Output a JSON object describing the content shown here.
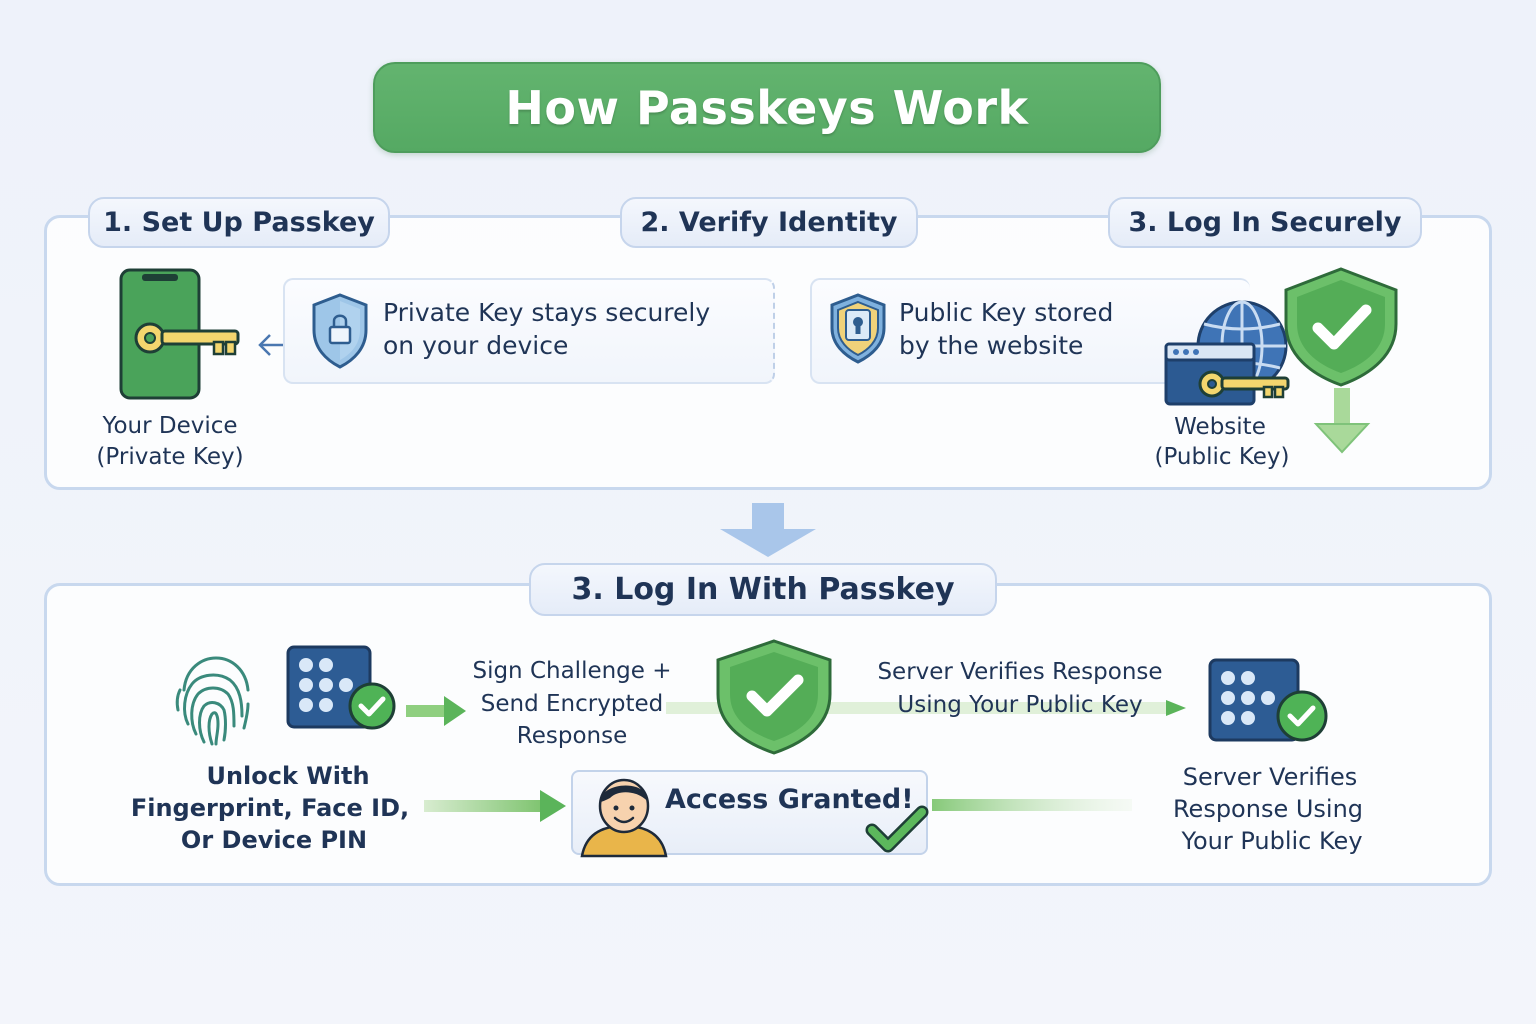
{
  "title": "How Passkeys Work",
  "steps": {
    "setup": "1. Set Up Passkey",
    "verify": "2. Verify Identity",
    "login_securely": "3. Log In Securely",
    "login_passkey": "3. Log In With Passkey"
  },
  "top": {
    "device_label_1": "Your Device",
    "device_label_2": "(Private Key)",
    "private_card_1": "Private Key stays securely",
    "private_card_2": "on your device",
    "public_card_1": "Public Key stored",
    "public_card_2": "by the website",
    "website_label_1": "Website",
    "website_label_2": "(Public Key)"
  },
  "bottom": {
    "unlock_1": "Unlock With",
    "unlock_2": "Fingerprint, Face ID,",
    "unlock_3": "Or Device PIN",
    "sign_1": "Sign Challenge +",
    "sign_2": "Send Encrypted",
    "sign_3": "Response",
    "server_mid_1": "Server Verifies Response",
    "server_mid_2": "Using Your Public Key",
    "access": "Access Granted!",
    "server_right_1": "Server Verifies",
    "server_right_2": "Response Using",
    "server_right_3": "Your Public Key"
  },
  "icons": {
    "phone": "phone-icon",
    "key": "key-icon",
    "lock_shield": "lock-shield-icon",
    "keyhole_shield": "keyhole-shield-icon",
    "globe": "globe-icon",
    "browser": "browser-window-icon",
    "check_shield": "check-shield-icon",
    "fingerprint": "fingerprint-icon",
    "keypad": "keypad-icon",
    "person": "person-icon"
  },
  "colors": {
    "title_green": "#5aaf68",
    "check_green": "#5cb85c",
    "device_blue": "#2d5c94",
    "key_gold": "#f2d36a",
    "panel_border": "#c8d8ee",
    "text_navy": "#1f3456"
  }
}
